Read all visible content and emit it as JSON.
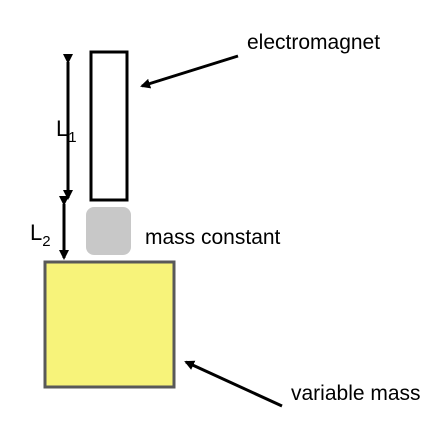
{
  "labels": {
    "electromagnet": "electromagnet",
    "mass_constant": "mass constant",
    "variable_mass": "variable mass"
  },
  "dimensions": {
    "l1": {
      "main": "L",
      "sub": "1"
    },
    "l2": {
      "main": "L",
      "sub": "2"
    }
  },
  "colors": {
    "electromagnet_fill": "#ffffff",
    "electromagnet_stroke": "#000000",
    "constant_mass_fill": "#c8c8c8",
    "variable_mass_fill": "#f7f37a",
    "variable_mass_stroke": "#595959",
    "arrows": "#000000"
  }
}
